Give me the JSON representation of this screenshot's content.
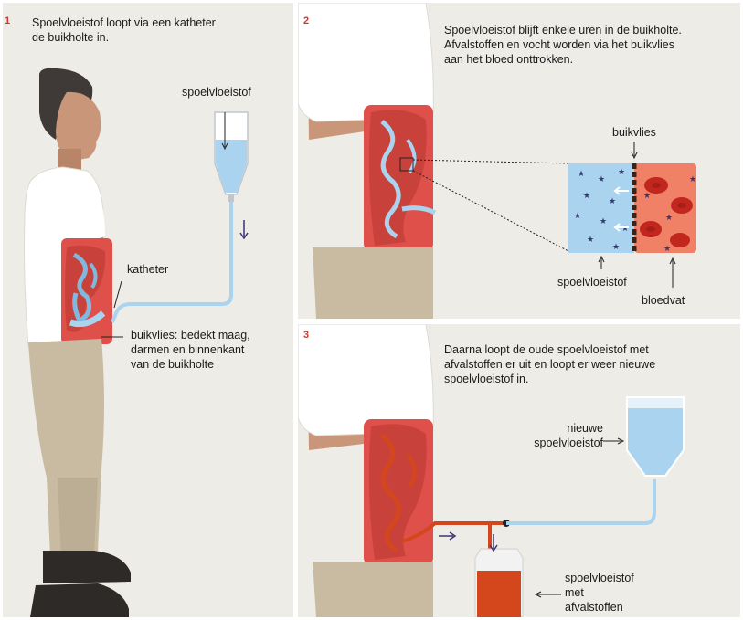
{
  "panels": [
    {
      "number": "1",
      "text": "Spoelvloeistof loopt via een katheter\nde buikholte in.",
      "labels": {
        "fluid": "spoelvloeistof",
        "catheter": "katheter",
        "peritoneum": "buikvlies: bedekt maag,\ndarmen en binnenkant\nvan de buikholte"
      }
    },
    {
      "number": "2",
      "text": "Spoelvloeistof blijft enkele uren in de buikholte.\nAfvalstoffen en vocht worden via het buikvlies\naan het bloed onttrokken.",
      "labels": {
        "membrane": "buikvlies",
        "fluid": "spoelvloeistof",
        "vessel": "bloedvat"
      }
    },
    {
      "number": "3",
      "text": "Daarna loopt de oude spoelvloeistof met\nafvalstoffen er uit en loopt er weer nieuwe\nspoelvloeistof in.",
      "labels": {
        "new_fluid": "nieuwe\nspoelvloeistof",
        "used_fluid": "spoelvloeistof\nmet\nafvalstoffen"
      }
    }
  ],
  "colors": {
    "panel_bg": "#eeece6",
    "number": "#d1372c",
    "fluid": "#a9d3ee",
    "abdomen": "#e0504a",
    "intestine": "#c9413b",
    "blood": "#f08066",
    "waste_fluid": "#d4461c",
    "arrow": "#3b3575"
  }
}
